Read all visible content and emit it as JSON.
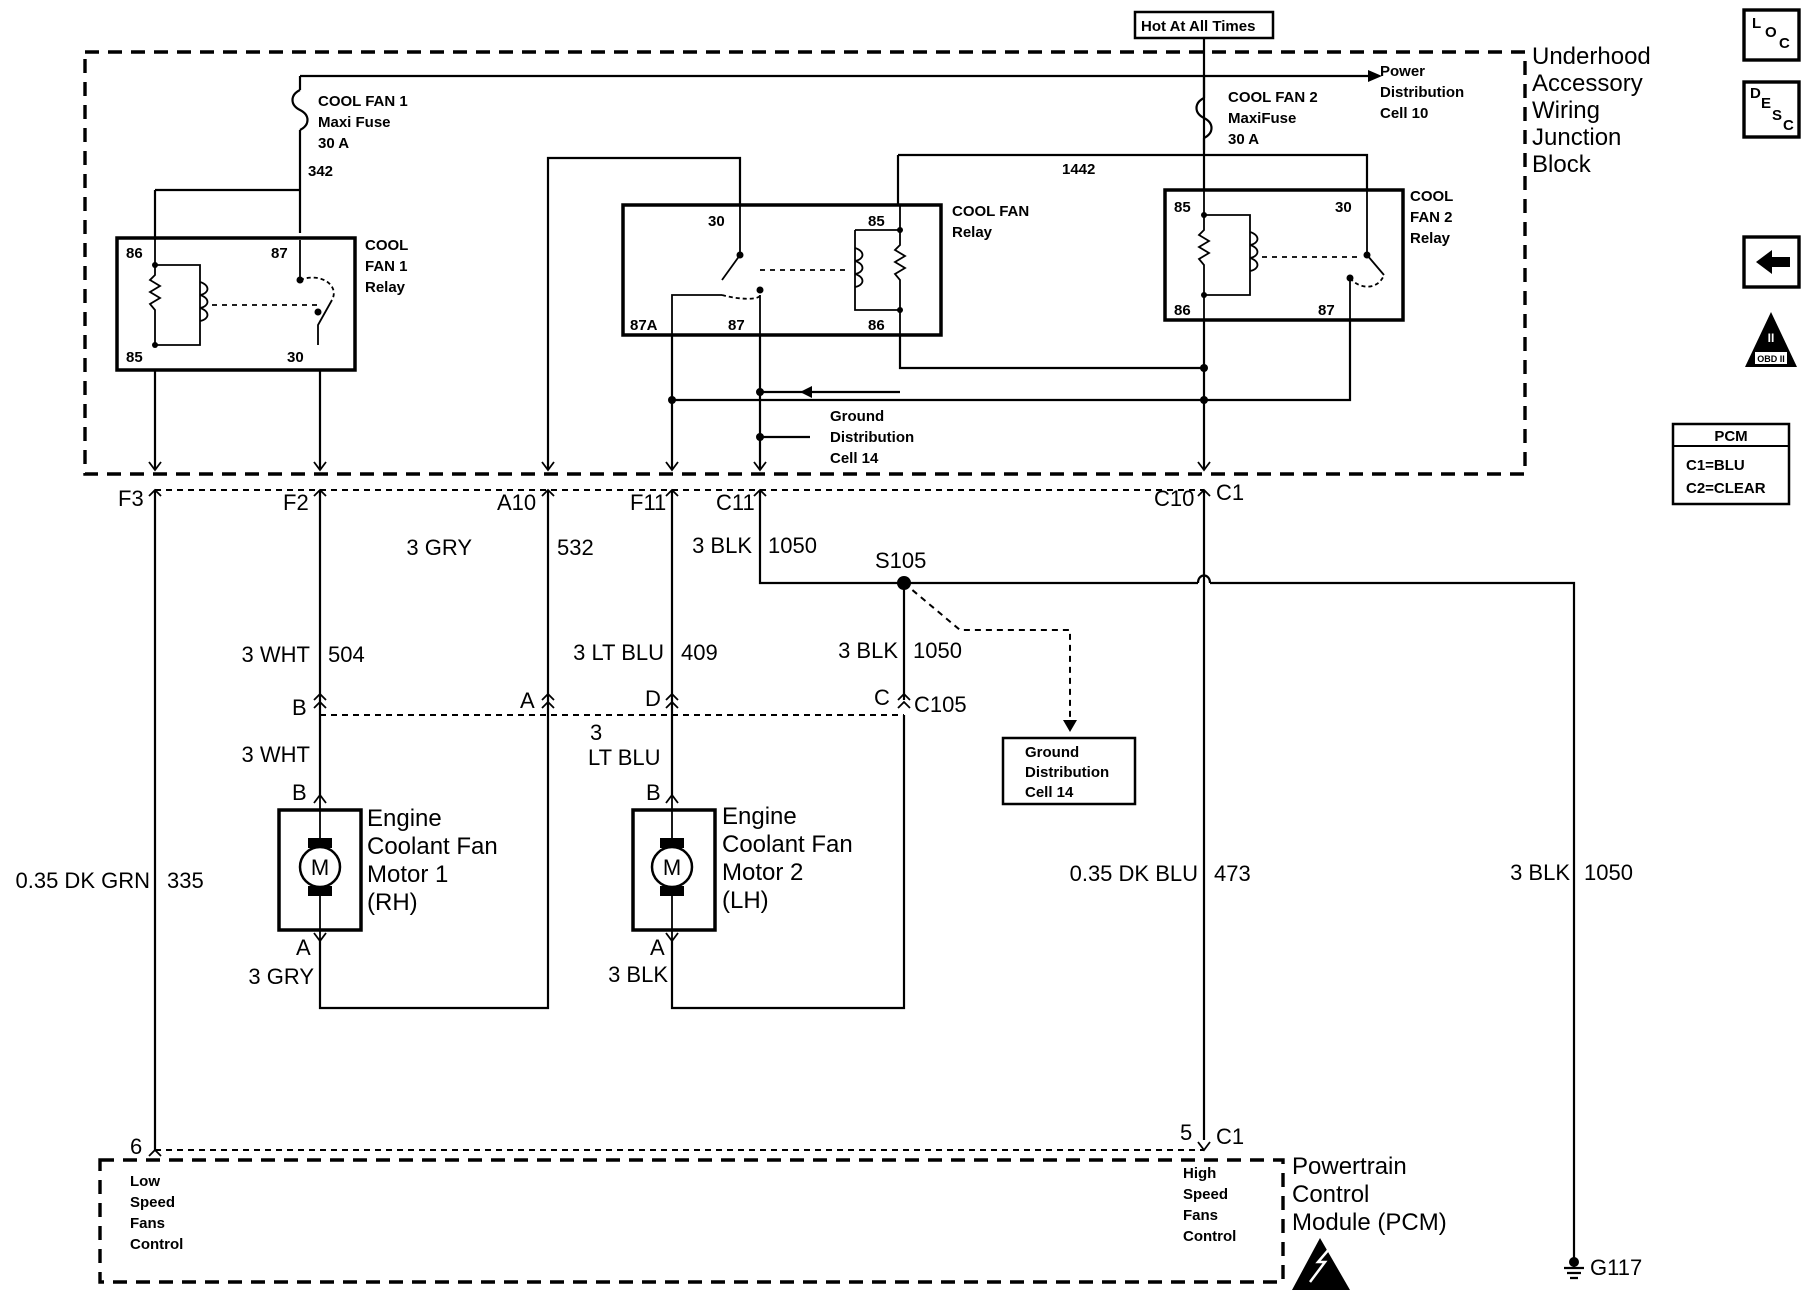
{
  "hot_at_all_times": "Hot At All Times",
  "junction_block": {
    "lines": [
      "Underhood",
      "Accessory",
      "Wiring",
      "Junction",
      "Block"
    ]
  },
  "fuses": [
    {
      "lines": [
        "COOL FAN 1",
        "Maxi Fuse",
        "30 A"
      ]
    },
    {
      "lines": [
        "COOL FAN 2",
        "MaxiFuse",
        "30 A"
      ]
    }
  ],
  "power_distribution": {
    "lines": [
      "Power",
      "Distribution",
      "Cell 10"
    ]
  },
  "circuits": {
    "c342": "342",
    "c1442": "1442"
  },
  "relays": [
    {
      "lines": [
        "COOL",
        "FAN 1",
        "Relay"
      ],
      "pins": {
        "p86": "86",
        "p87": "87",
        "p85": "85",
        "p30": "30"
      }
    },
    {
      "lines": [
        "COOL FAN",
        "Relay"
      ],
      "pins": {
        "p30": "30",
        "p85": "85",
        "p87a": "87A",
        "p87": "87",
        "p86": "86"
      }
    },
    {
      "lines": [
        "COOL",
        "FAN 2",
        "Relay"
      ],
      "pins": {
        "p85": "85",
        "p30": "30",
        "p86": "86",
        "p87": "87"
      }
    }
  ],
  "ground_dist_inner": {
    "lines": [
      "Ground",
      "Distribution",
      "Cell 14"
    ]
  },
  "connector_pins": {
    "F3": "F3",
    "F2": "F2",
    "A10": "A10",
    "F11": "F11",
    "C11": "C11",
    "C10": "C10",
    "C1_top": "C1"
  },
  "wires": {
    "w532": {
      "size": "3 GRY",
      "circuit": "532"
    },
    "w1050_a": {
      "size": "3 BLK",
      "circuit": "1050"
    },
    "w504": {
      "size": "3 WHT",
      "circuit": "504"
    },
    "w409": {
      "size": "3 LT BLU",
      "circuit": "409"
    },
    "w1050_b": {
      "size": "3 BLK",
      "circuit": "1050"
    },
    "w335": {
      "size": "0.35 DK GRN",
      "circuit": "335"
    },
    "w473": {
      "size": "0.35 DK BLU",
      "circuit": "473"
    },
    "w1050_c": {
      "size": "3 BLK",
      "circuit": "1050"
    }
  },
  "splice": "S105",
  "c105": {
    "name": "C105",
    "pins": {
      "B": "B",
      "A": "A",
      "D": "D",
      "C": "C"
    }
  },
  "wire_labels": {
    "wht": "3 WHT",
    "ltblu_3": "3",
    "ltblu": "LT BLU",
    "gry": "3 GRY",
    "blk": "3 BLK"
  },
  "ground_dist_outer": {
    "lines": [
      "Ground",
      "Distribution",
      "Cell 14"
    ]
  },
  "motors": [
    {
      "lines": [
        "Engine",
        "Coolant Fan",
        "Motor 1",
        "(RH)"
      ],
      "symbol": "M",
      "pin_top": "B",
      "pin_bottom": "A"
    },
    {
      "lines": [
        "Engine",
        "Coolant Fan",
        "Motor 2",
        "(LH)"
      ],
      "symbol": "M",
      "pin_top": "B",
      "pin_bottom": "A"
    }
  ],
  "pcm": {
    "pin6": "6",
    "pin5": "5",
    "c1": "C1",
    "low_speed": [
      "Low",
      "Speed",
      "Fans",
      "Control"
    ],
    "high_speed": [
      "High",
      "Speed",
      "Fans",
      "Control"
    ],
    "title": [
      "Powertrain",
      "Control",
      "Module (PCM)"
    ]
  },
  "ground_g117": "G117",
  "nav": {
    "loc": {
      "L": "L",
      "O": "O",
      "C": "C"
    },
    "desc": {
      "D": "D",
      "E": "E",
      "S": "S",
      "C": "C"
    },
    "obd_label": "OBD II",
    "obd_numeral": "II"
  },
  "pcm_legend": {
    "title": "PCM",
    "c1": "C1=BLU",
    "c2": "C2=CLEAR"
  },
  "colors": {
    "ink": "#000000",
    "paper": "#ffffff"
  }
}
